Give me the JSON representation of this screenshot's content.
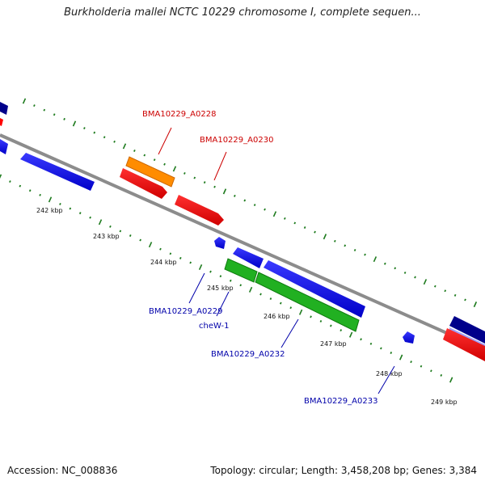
{
  "title": "Burkholderia mallei NCTC 10229 chromosome I, complete sequen...",
  "footer": {
    "accession": "Accession: NC_008836",
    "summary": "Topology: circular; Length: 3,458,208 bp; Genes: 3,384"
  },
  "colors": {
    "backbone": "#8c8c8c",
    "tick": "#1e7b1e",
    "forward_cds": "#ff0000",
    "reverse_cds": "#0000ff",
    "rna": "#ff8c00",
    "other_gene": "#21b021",
    "forward_label": "#cc0000",
    "reverse_label": "#0000aa"
  },
  "ticks": [
    "242 kbp",
    "243 kbp",
    "244 kbp",
    "245 kbp",
    "246 kbp",
    "247 kbp",
    "248 kbp",
    "249 kbp"
  ],
  "labels": {
    "forward": [
      "BMA10229_A0228",
      "BMA10229_A0230"
    ],
    "reverse": [
      "BMA10229_A0229",
      "cheW-1",
      "BMA10229_A0232",
      "BMA10229_A0233"
    ]
  }
}
